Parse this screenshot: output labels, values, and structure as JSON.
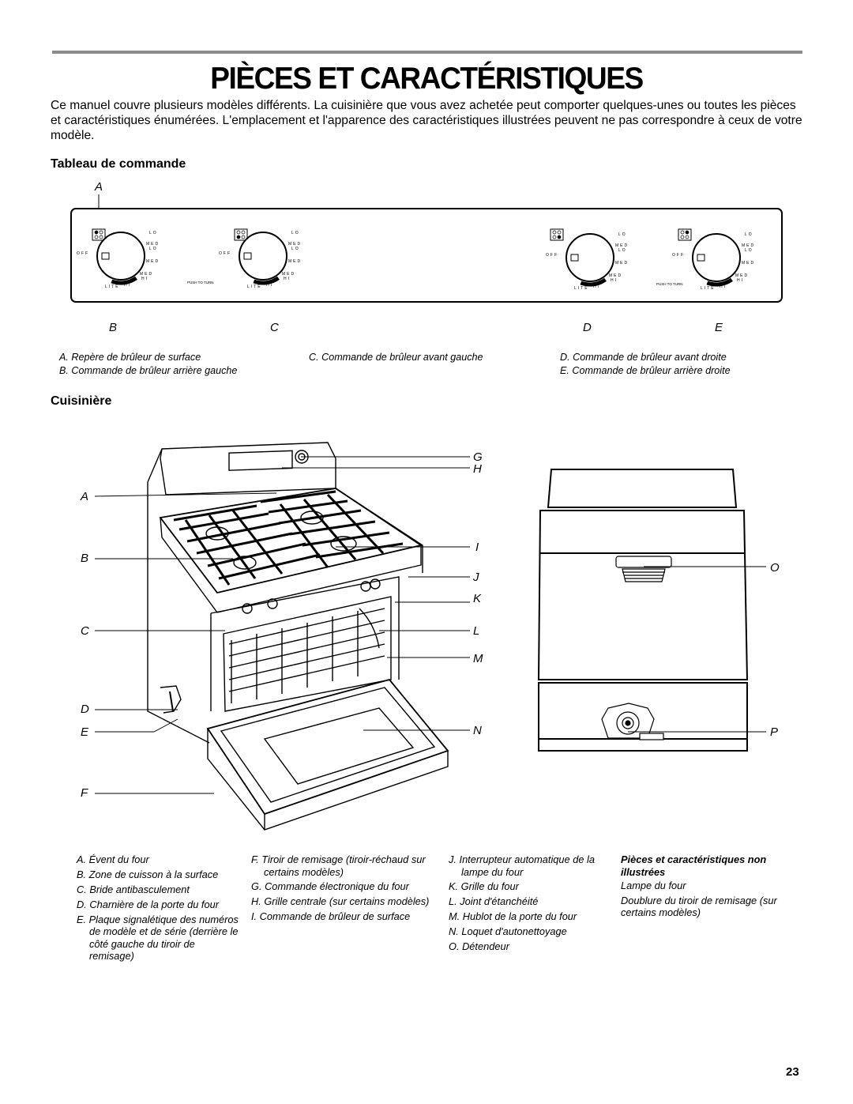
{
  "page": {
    "title": "PIÈCES ET CARACTÉRISTIQUES",
    "intro": "Ce manuel couvre plusieurs modèles différents. La cuisinière que vous avez achetée peut comporter quelques-unes ou toutes les pièces et caractéristiques énumérées. L'emplacement et l'apparence des caractéristiques illustrées peuvent ne pas correspondre à ceux de votre modèle.",
    "page_number": "23"
  },
  "control_panel": {
    "heading": "Tableau de commande",
    "letters": {
      "a": "A",
      "b": "B",
      "c": "C",
      "d": "D",
      "e": "E"
    },
    "knob_labels": {
      "lo": "LO",
      "med": "MED",
      "hi": "HI",
      "off": "OFF",
      "lite": "LITE",
      "push": "PUSH TO TURN"
    },
    "captions": {
      "a": "A. Repère de brûleur de surface",
      "b": "B. Commande de brûleur arrière gauche",
      "c": "C. Commande de brûleur avant gauche",
      "d": "D. Commande de brûleur avant droite",
      "e": "E. Commande de brûleur arrière droite"
    }
  },
  "range": {
    "heading": "Cuisinière",
    "letters": {
      "a": "A",
      "b": "B",
      "c": "C",
      "d": "D",
      "e": "E",
      "f": "F",
      "g": "G",
      "h": "H",
      "i": "I",
      "j": "J",
      "k": "K",
      "l": "L",
      "m": "M",
      "n": "N",
      "o": "O",
      "p": "P"
    },
    "legend_col1": [
      "A. Évent du four",
      "B. Zone de cuisson à la surface",
      "C. Bride antibasculement",
      "D. Charnière de la porte du four",
      "E. Plaque signalétique des numéros de modèle et de série (derrière le côté gauche du tiroir de remisage)"
    ],
    "legend_col2": [
      "F. Tiroir de remisage (tiroir-réchaud sur certains modèles)",
      "G. Commande électronique du four",
      "H. Grille centrale (sur certains modèles)",
      "I. Commande de brûleur de surface"
    ],
    "legend_col3": [
      "J. Interrupteur automatique de la lampe du four",
      "K. Grille du four",
      "L. Joint d'étanchéité",
      "M. Hublot de la porte du four",
      "N. Loquet d'autonettoyage",
      "O. Détendeur"
    ],
    "legend_col4_heading": "Pièces et caractéristiques non illustrées",
    "legend_col4": [
      "Lampe du four",
      "Doublure du tiroir de remisage (sur certains modèles)"
    ]
  }
}
